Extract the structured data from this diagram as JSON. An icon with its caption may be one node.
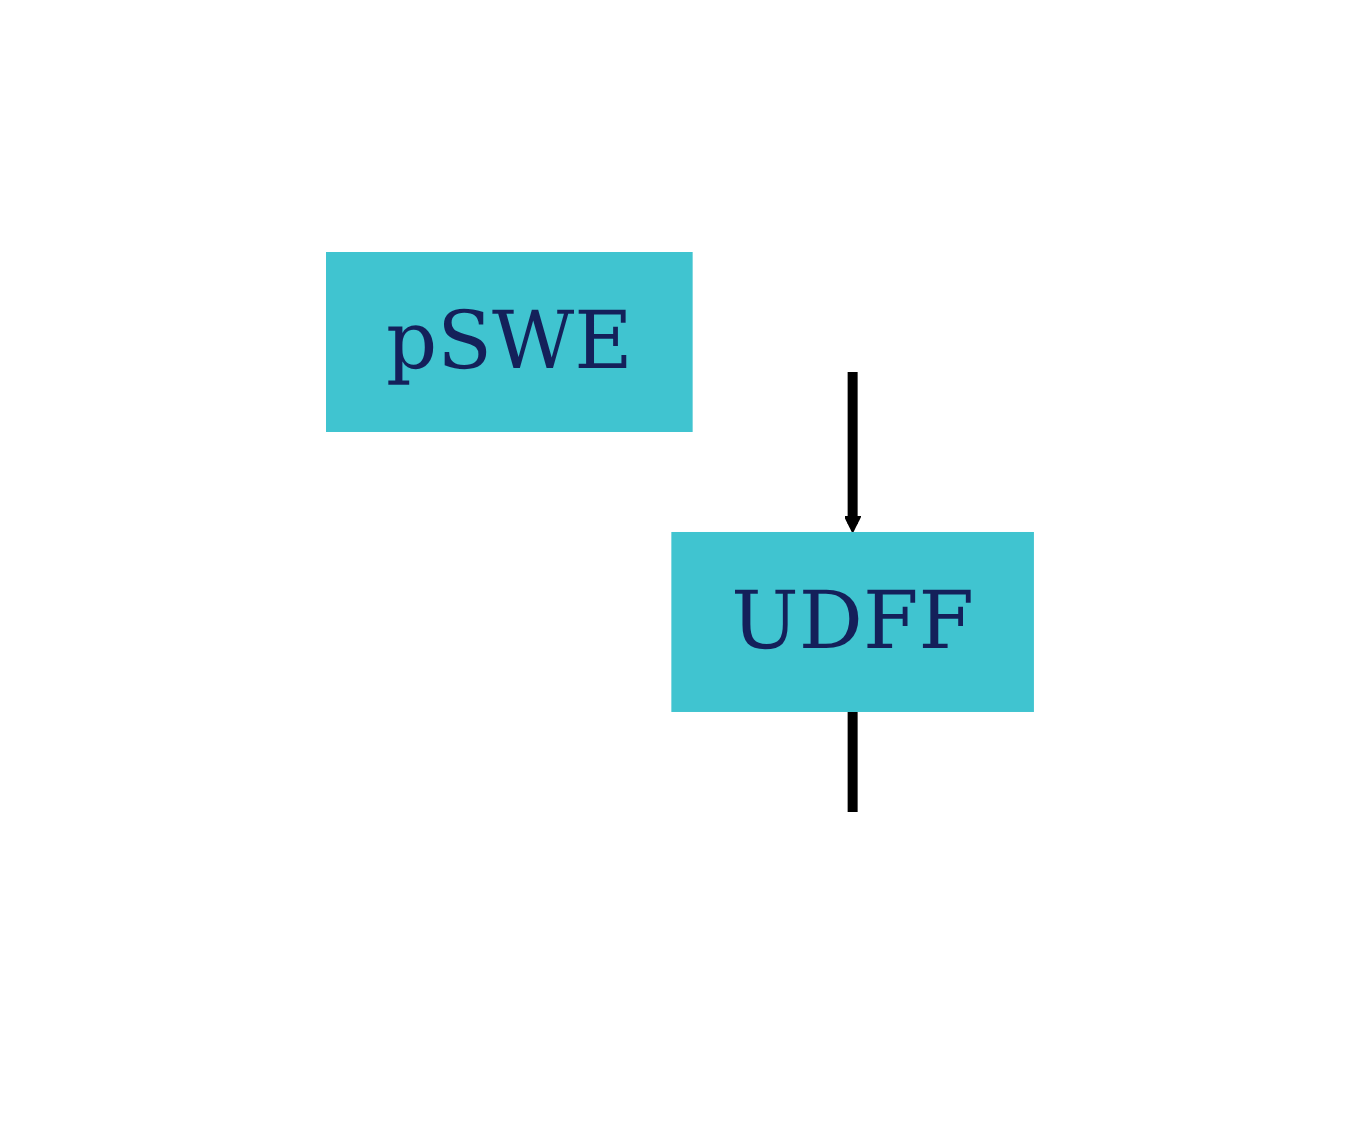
{
  "diagram": {
    "nodes": [
      {
        "text": [
          "pSWE"
        ]
      },
      {
        "text": [
          "UDFF"
        ]
      }
    ],
    "edges": [
      {
        "from": null,
        "to": 1,
        "arrow": "to"
      },
      {
        "from": 1,
        "to": null,
        "arrow": "none"
      }
    ]
  }
}
